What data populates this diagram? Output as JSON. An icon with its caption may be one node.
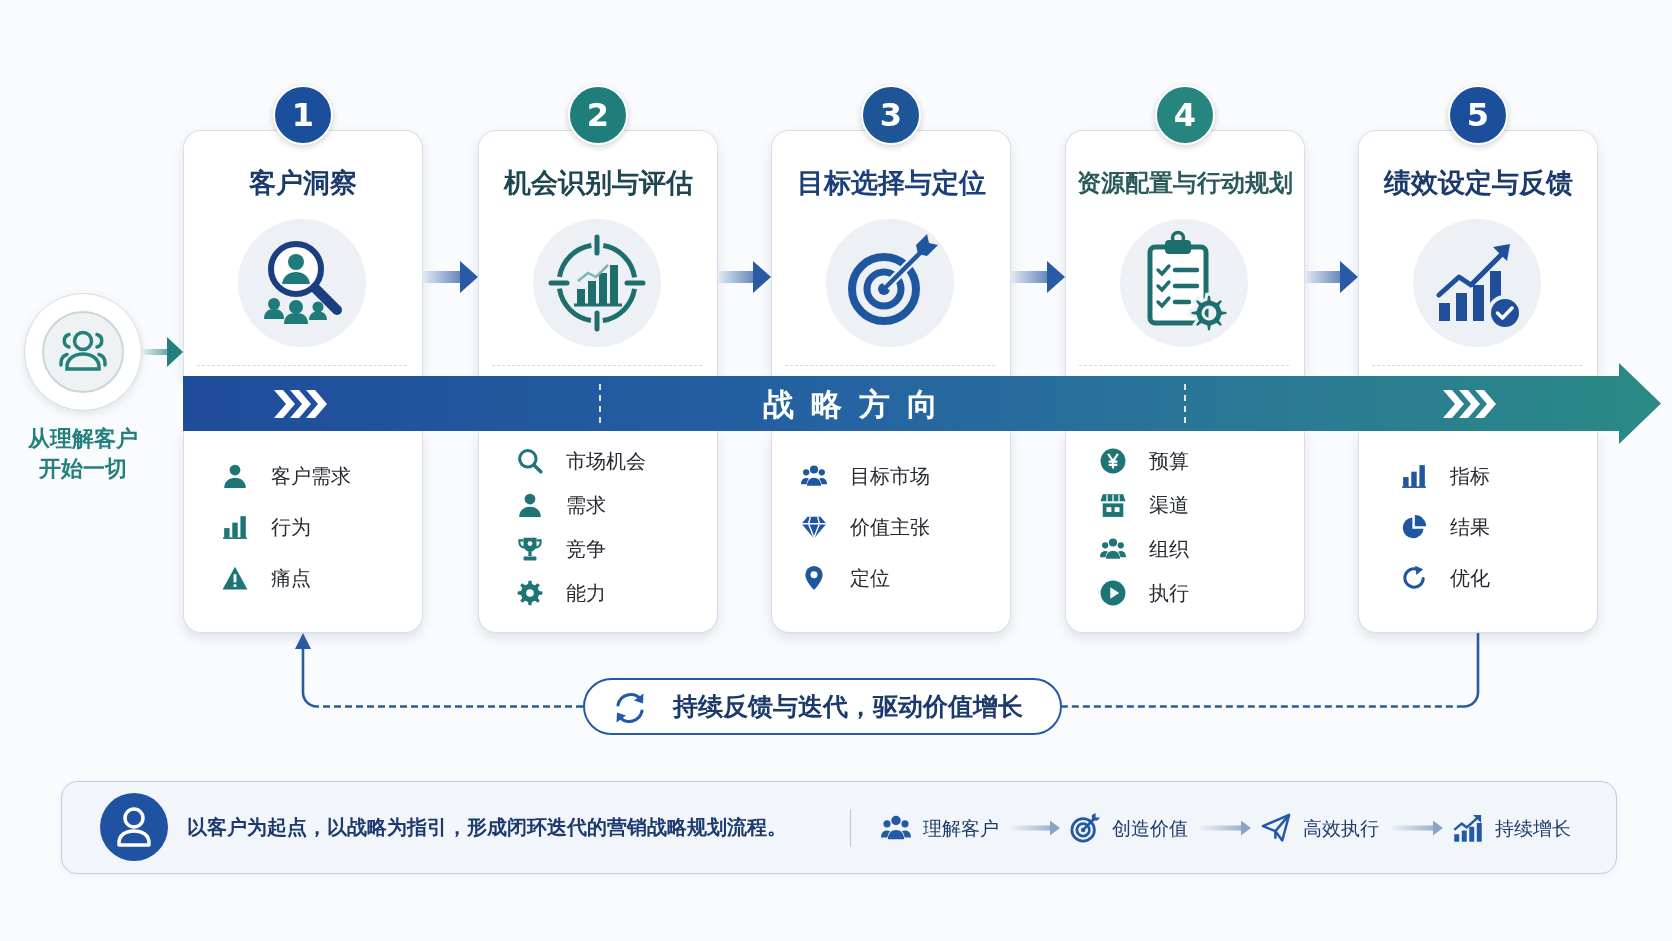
{
  "diagram": {
    "nodes": [
      {
        "text": [],
        "shape": "circle",
        "beside": [
          "从理解客户开始一切"
        ]
      },
      {
        "text": [
          "1"
        ]
      },
      {
        "text": [
          "客户洞察",
          "客户需求",
          "行为",
          "痛点"
        ]
      },
      {
        "text": [
          "2"
        ]
      },
      {
        "text": [
          "机会识别与评估",
          "市场机会",
          "需求",
          "竞争",
          "能力"
        ]
      },
      {
        "text": [
          "3"
        ]
      },
      {
        "text": [
          "目标选择与定位",
          "目标市场",
          "价值主张",
          "定位"
        ]
      },
      {
        "text": [
          "4"
        ]
      },
      {
        "text": [
          "资源配置与行动规划",
          "预算",
          "渠道",
          "组织",
          "执行"
        ]
      },
      {
        "text": [
          "5"
        ]
      },
      {
        "text": [
          "绩效设定与反馈",
          "指标",
          "结果",
          "优化"
        ]
      },
      {
        "text": [
          "战略方向"
        ]
      },
      {
        "text": [
          "持续反馈与迭代，驱动价值增长"
        ]
      },
      {
        "text": [
          "以客户为起点，以战略为指引，形成闭环迭代的营销战略规划流程。"
        ]
      },
      {
        "text": [
          "理解客户"
        ],
        "in": 13
      },
      {
        "text": [
          "创造价值"
        ],
        "in": 13
      },
      {
        "text": [
          "高效执行"
        ],
        "in": 13
      },
      {
        "text": [
          "持续增长"
        ],
        "in": 13
      }
    ],
    "edges": [
      {
        "from": 0,
        "to": 2,
        "arrow": "to",
        "color": "#23807c"
      },
      {
        "from": 2,
        "to": 4,
        "arrow": "to",
        "style": "thick"
      },
      {
        "from": 4,
        "to": 6,
        "arrow": "to",
        "style": "thick"
      },
      {
        "from": 6,
        "to": 8,
        "arrow": "to",
        "style": "thick"
      },
      {
        "from": 8,
        "to": 10,
        "arrow": "to",
        "style": "thick"
      },
      {
        "from": 10,
        "to": 12,
        "arrow": "none",
        "style": "dashed"
      },
      {
        "from": 12,
        "to": 2,
        "arrow": "to",
        "style": "dashed"
      },
      {
        "from": 14,
        "to": 15,
        "arrow": "to",
        "color": "#8aa3c6"
      },
      {
        "from": 15,
        "to": 16,
        "arrow": "to",
        "color": "#8aa3c6"
      },
      {
        "from": 16,
        "to": 17,
        "arrow": "to",
        "color": "#8aa3c6"
      }
    ]
  }
}
